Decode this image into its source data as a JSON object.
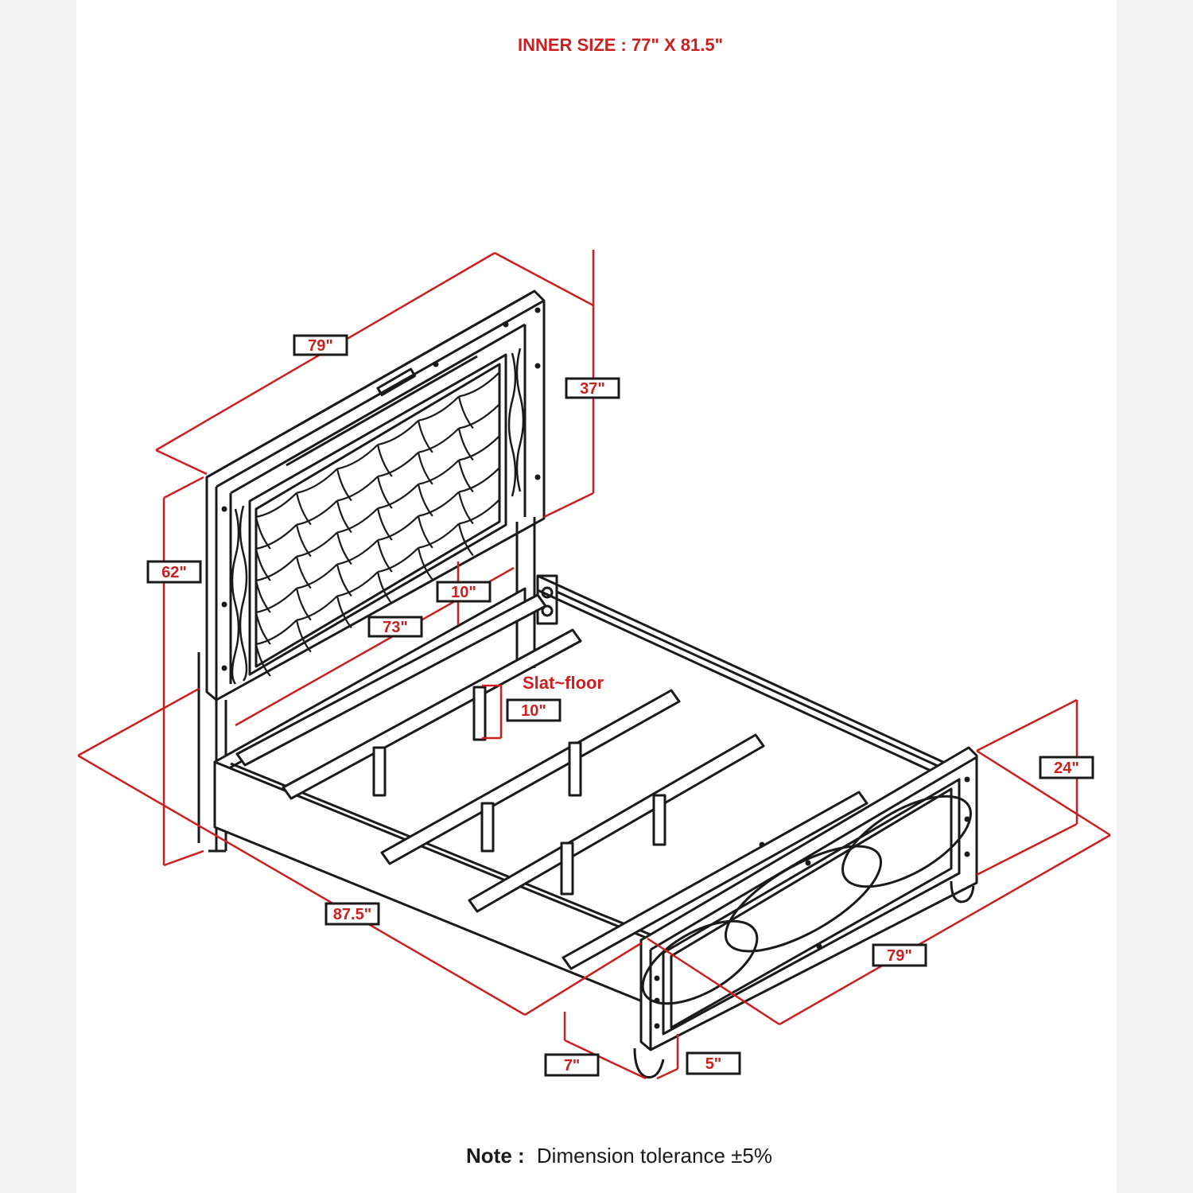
{
  "inner_size": "INNER SIZE : 77\" X 81.5\"",
  "dims": {
    "headboard_width": "79\"",
    "headboard_height": "37\"",
    "overall_height": "62\"",
    "slat_height": "10\"",
    "inner_rail_width": "73\"",
    "slat_to_floor_label": "Slat~floor",
    "slat_to_floor": "10\"",
    "footboard_height": "24\"",
    "overall_length": "87.5\"",
    "footboard_width": "79\"",
    "foot_depth": "7\"",
    "foot_height": "5\""
  },
  "note": {
    "label": "Note :",
    "text": "Dimension tolerance ±5%"
  },
  "colors": {
    "dimension": "#cc1f1f",
    "drawing": "#1a1a1a",
    "background": "#ffffff"
  }
}
